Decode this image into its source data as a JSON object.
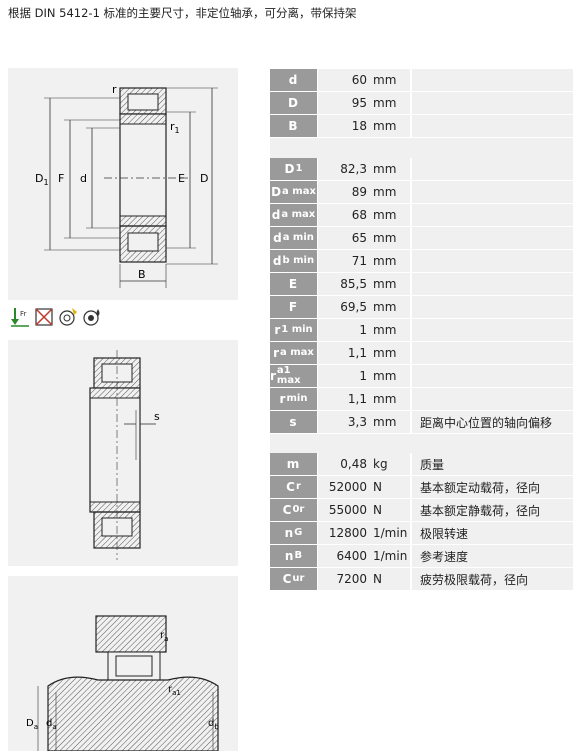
{
  "page": {
    "title": "根据 DIN 5412-1 标准的主要尺寸，非定位轴承，可分离，带保持架"
  },
  "drawing_main_labels": {
    "r": "r",
    "r1": "r",
    "r1_sub": "1",
    "D1": "D",
    "D1_sub": "1",
    "F": "F",
    "d": "d",
    "E": "E",
    "D": "D",
    "B": "B"
  },
  "drawing_2_labels": {
    "s": "s"
  },
  "drawing_3_labels": {
    "ra": "r",
    "ra_sub": "a",
    "ra1": "r",
    "ra1_sub": "a1",
    "Da": "D",
    "Da_sub": "a",
    "da": "d",
    "da_sub": "a",
    "db": "d",
    "db_sub": "b"
  },
  "symbols": [
    {
      "name": "axial-force-icon",
      "label": "Fr"
    },
    {
      "name": "non-separable-icon"
    },
    {
      "name": "speed-suitability-icon"
    },
    {
      "name": "lubrication-icon"
    }
  ],
  "table_main": [
    {
      "key": "d",
      "sub": "",
      "value": "60",
      "unit": "mm",
      "desc": ""
    },
    {
      "key": "D",
      "sub": "",
      "value": "95",
      "unit": "mm",
      "desc": ""
    },
    {
      "key": "B",
      "sub": "",
      "value": "18",
      "unit": "mm",
      "desc": ""
    }
  ],
  "table_dims": [
    {
      "key": "D",
      "sub": "1",
      "value": "82,3",
      "unit": "mm",
      "desc": ""
    },
    {
      "key": "D",
      "sub": "a max",
      "value": "89",
      "unit": "mm",
      "desc": ""
    },
    {
      "key": "d",
      "sub": "a max",
      "value": "68",
      "unit": "mm",
      "desc": ""
    },
    {
      "key": "d",
      "sub": "a min",
      "value": "65",
      "unit": "mm",
      "desc": ""
    },
    {
      "key": "d",
      "sub": "b min",
      "value": "71",
      "unit": "mm",
      "desc": ""
    },
    {
      "key": "E",
      "sub": "",
      "value": "85,5",
      "unit": "mm",
      "desc": ""
    },
    {
      "key": "F",
      "sub": "",
      "value": "69,5",
      "unit": "mm",
      "desc": ""
    },
    {
      "key": "r",
      "sub": "1 min",
      "value": "1",
      "unit": "mm",
      "desc": ""
    },
    {
      "key": "r",
      "sub": "a max",
      "value": "1,1",
      "unit": "mm",
      "desc": ""
    },
    {
      "key": "r",
      "sub": "a1 max",
      "value": "1",
      "unit": "mm",
      "desc": ""
    },
    {
      "key": "r",
      "sub": "min",
      "value": "1,1",
      "unit": "mm",
      "desc": ""
    },
    {
      "key": "s",
      "sub": "",
      "value": "3,3",
      "unit": "mm",
      "desc": "距离中心位置的轴向偏移"
    }
  ],
  "table_perf": [
    {
      "key": "m",
      "sub": "",
      "value": "0,48",
      "unit": "kg",
      "desc": "质量"
    },
    {
      "key": "C",
      "sub": "r",
      "value": "52000",
      "unit": "N",
      "desc": "基本额定动载荷，径向"
    },
    {
      "key": "C",
      "sub": "0r",
      "value": "55000",
      "unit": "N",
      "desc": "基本额定静载荷，径向"
    },
    {
      "key": "n",
      "sub": "G",
      "value": "12800",
      "unit": "1/min",
      "desc": "极限转速"
    },
    {
      "key": "n",
      "sub": "B",
      "value": "6400",
      "unit": "1/min",
      "desc": "参考速度"
    },
    {
      "key": "C",
      "sub": "ur",
      "value": "7200",
      "unit": "N",
      "desc": "疲劳极限载荷，径向"
    }
  ]
}
